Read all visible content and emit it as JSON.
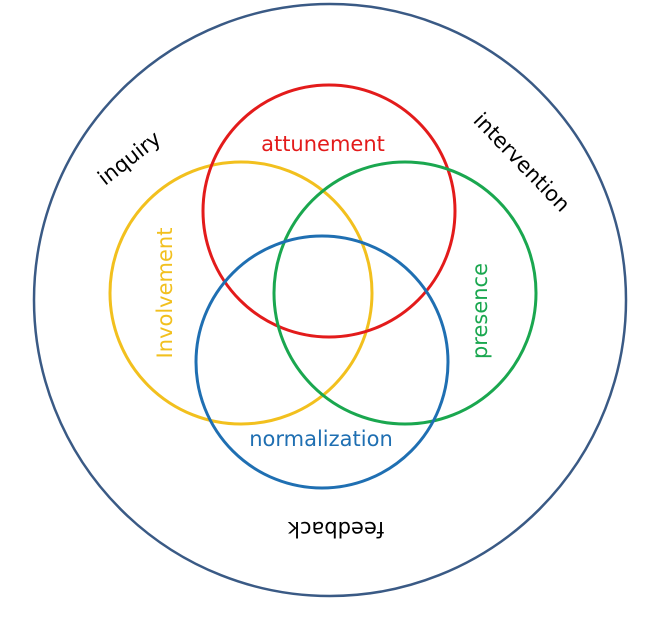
{
  "outer": {
    "color": "#3a5a85",
    "labels": {
      "inquiry": "inquiry",
      "intervention": "intervention",
      "feedback": "feedback"
    }
  },
  "circles": [
    {
      "id": "attunement",
      "label": "attunement",
      "color": "#e31b1b"
    },
    {
      "id": "involvement",
      "label": "Involvement",
      "color": "#f2c01e"
    },
    {
      "id": "presence",
      "label": "presence",
      "color": "#1aa74f"
    },
    {
      "id": "normalization",
      "label": "normalization",
      "color": "#1f6fb2"
    }
  ]
}
